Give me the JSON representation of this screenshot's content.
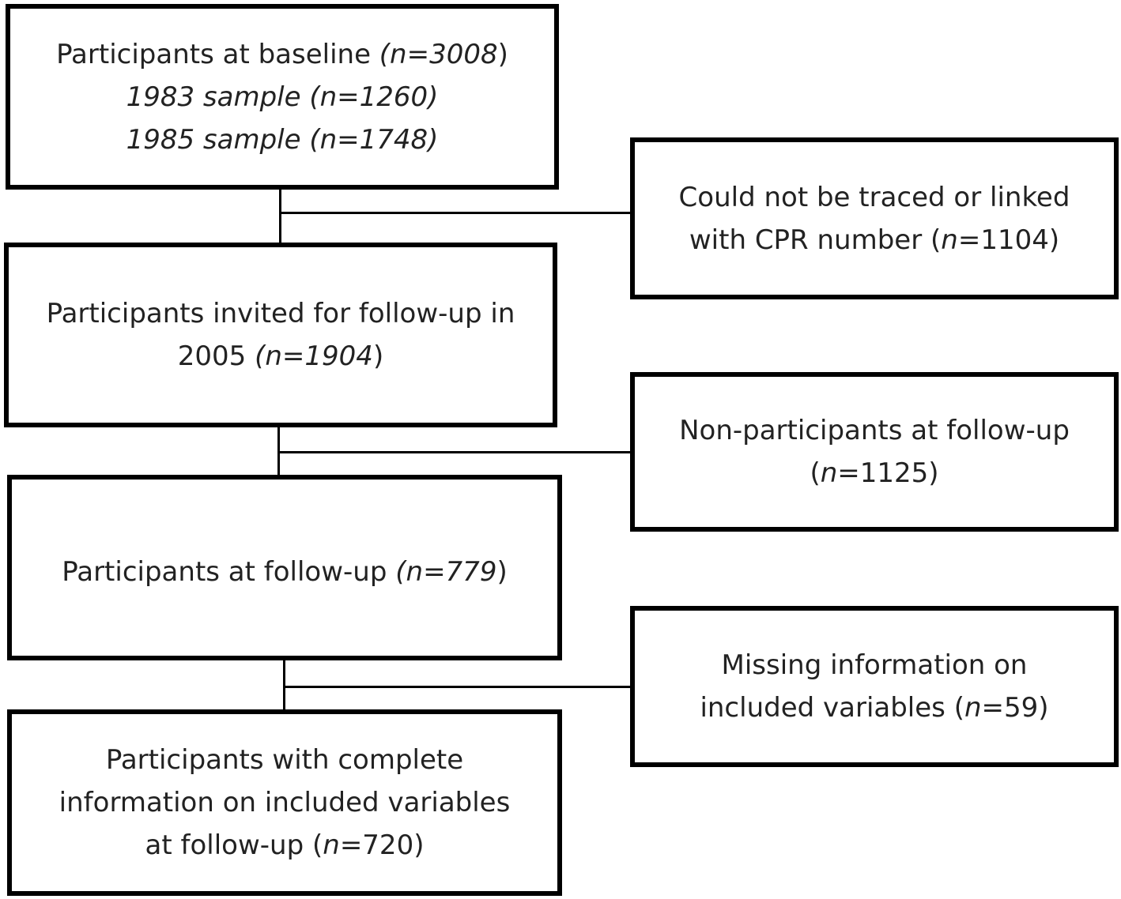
{
  "flowchart": {
    "baseline": {
      "line1": {
        "pre": "Participants at baseline ",
        "n": "(n=3008",
        "post": ")"
      },
      "line2": "1983 sample (n=1260)",
      "line3": "1985 sample (n=1748)"
    },
    "excluded_trace": {
      "line1": "Could not be traced or linked",
      "line2": {
        "pre": "with CPR number (",
        "n": "n",
        "post": "=1104)"
      }
    },
    "invited": {
      "line1": "Participants invited for follow-up in",
      "line2": {
        "pre": "2005 ",
        "n": "(n=1904",
        "post": ")"
      }
    },
    "nonparticipants": {
      "line1": "Non-participants at follow-up",
      "line2": {
        "pre": "(",
        "n": "n",
        "post": "=1125)"
      }
    },
    "followup": {
      "line1": {
        "pre": "Participants at follow-up ",
        "n": "(n=779",
        "post": ")"
      }
    },
    "missing": {
      "line1": "Missing information on",
      "line2": {
        "pre": "included variables (",
        "n": "n",
        "post": "=59)"
      }
    },
    "complete": {
      "line1": "Participants with complete",
      "line2": "information on included variables",
      "line3": {
        "pre": "at follow-up (",
        "n": "n",
        "post": "=720)"
      }
    }
  }
}
